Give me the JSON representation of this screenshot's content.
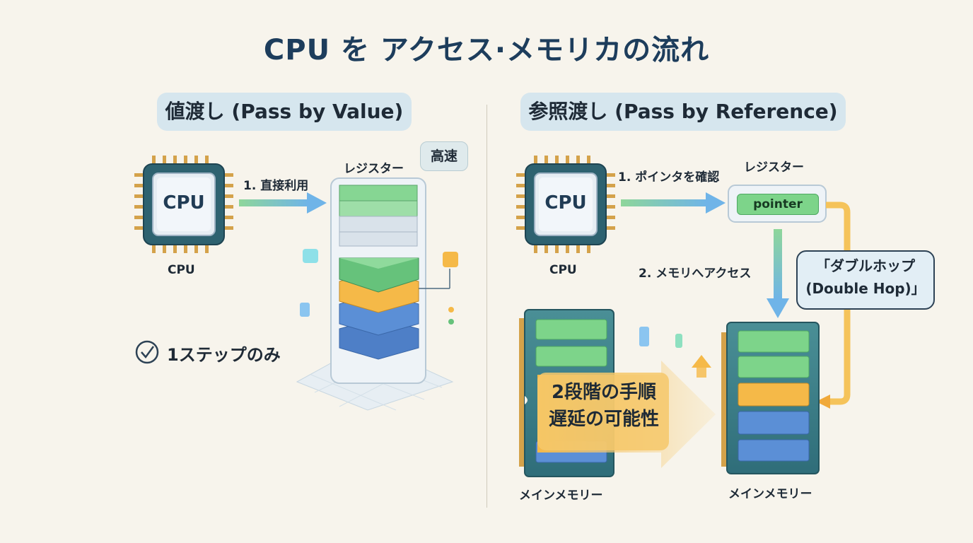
{
  "title": "CPU を アクセス·メモリカの流れ",
  "left": {
    "header": "値渡し (Pass by Value)",
    "cpu_chip_text": "CPU",
    "cpu_label": "CPU",
    "step1_label": "1. 直接利用",
    "register_label": "レジスター",
    "speed_badge": "高速",
    "note": "1ステップのみ"
  },
  "right": {
    "header": "参照渡し (Pass by Reference)",
    "cpu_chip_text": "CPU",
    "cpu_label": "CPU",
    "step1_label": "1. ポインタを確認",
    "register_label": "レジスター",
    "pointer_text": "pointer",
    "step2_label": "2. メモリへアクセス",
    "callout_line1": "「ダブルホップ",
    "callout_line2": "(Double Hop)」",
    "warning_line1": "2段階の手順",
    "warning_line2": "遅延の可能性",
    "memory_label_left": "メインメモリー",
    "memory_label_right": "メインメモリー"
  },
  "colors": {
    "green": "#7dd48a",
    "yellow": "#f5b948",
    "blue": "#5b8fd6",
    "arrow_blue": "#6fb4e8",
    "dark_navy": "#1d3d5c"
  },
  "icons": [
    "cpu-chip-icon",
    "arrow-right-icon",
    "arrow-down-icon",
    "check-circle-icon",
    "warning-arrow-icon",
    "memory-module-icon",
    "register-stack-icon"
  ]
}
